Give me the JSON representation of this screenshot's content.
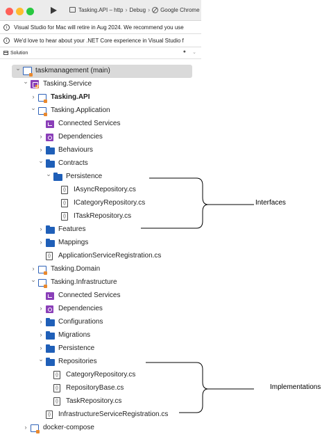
{
  "titlebar": {
    "breadcrumb": [
      "Tasking.API – http",
      "Debug",
      "Google Chrome"
    ]
  },
  "infobars": [
    "Visual Studio for Mac will retire in Aug 2024. We recommend you use",
    "We'd love to hear about your .NET Core experience in Visual Studio f"
  ],
  "solution_panel": {
    "title": "Solution"
  },
  "tree": [
    {
      "label": "taskmanagement (main)",
      "icon": "solution-icon",
      "arrow": "expanded"
    },
    {
      "label": "Tasking.Service",
      "icon": "folder-project-icon",
      "arrow": "expanded"
    },
    {
      "label": "Tasking.API",
      "icon": "project-icon",
      "arrow": "collapsed",
      "bold": true
    },
    {
      "label": "Tasking.Application",
      "icon": "project-icon",
      "arrow": "expanded"
    },
    {
      "label": "Connected Services",
      "icon": "connected-services-icon",
      "arrow": ""
    },
    {
      "label": "Dependencies",
      "icon": "dependencies-icon",
      "arrow": "collapsed"
    },
    {
      "label": "Behaviours",
      "icon": "folder-icon",
      "arrow": "collapsed"
    },
    {
      "label": "Contracts",
      "icon": "folder-icon",
      "arrow": "expanded"
    },
    {
      "label": "Persistence",
      "icon": "folder-icon",
      "arrow": "expanded"
    },
    {
      "label": "IAsyncRepository.cs",
      "icon": "cs-file-icon",
      "arrow": ""
    },
    {
      "label": "ICategoryRepository.cs",
      "icon": "cs-file-icon",
      "arrow": ""
    },
    {
      "label": "ITaskRepository.cs",
      "icon": "cs-file-icon",
      "arrow": ""
    },
    {
      "label": "Features",
      "icon": "folder-icon",
      "arrow": "collapsed"
    },
    {
      "label": "Mappings",
      "icon": "folder-icon",
      "arrow": "collapsed"
    },
    {
      "label": "ApplicationServiceRegistration.cs",
      "icon": "cs-file-icon",
      "arrow": ""
    },
    {
      "label": "Tasking.Domain",
      "icon": "project-icon",
      "arrow": "collapsed"
    },
    {
      "label": "Tasking.Infrastructure",
      "icon": "project-icon",
      "arrow": "expanded"
    },
    {
      "label": "Connected Services",
      "icon": "connected-services-icon",
      "arrow": ""
    },
    {
      "label": "Dependencies",
      "icon": "dependencies-icon",
      "arrow": "collapsed"
    },
    {
      "label": "Configurations",
      "icon": "folder-icon",
      "arrow": "collapsed"
    },
    {
      "label": "Migrations",
      "icon": "folder-icon",
      "arrow": "collapsed"
    },
    {
      "label": "Persistence",
      "icon": "folder-icon",
      "arrow": "collapsed"
    },
    {
      "label": "Repositories",
      "icon": "folder-icon",
      "arrow": "expanded"
    },
    {
      "label": "CategoryRepository.cs",
      "icon": "cs-file-icon",
      "arrow": ""
    },
    {
      "label": "RepositoryBase.cs",
      "icon": "cs-file-icon",
      "arrow": ""
    },
    {
      "label": "TaskRepository.cs",
      "icon": "cs-file-icon",
      "arrow": ""
    },
    {
      "label": "InfrastructureServiceRegistration.cs",
      "icon": "cs-file-icon",
      "arrow": ""
    },
    {
      "label": "docker-compose",
      "icon": "project-icon",
      "arrow": "collapsed"
    }
  ],
  "annotations": {
    "interfaces_label": "Interfaces",
    "implementations_label": "Implementations"
  }
}
